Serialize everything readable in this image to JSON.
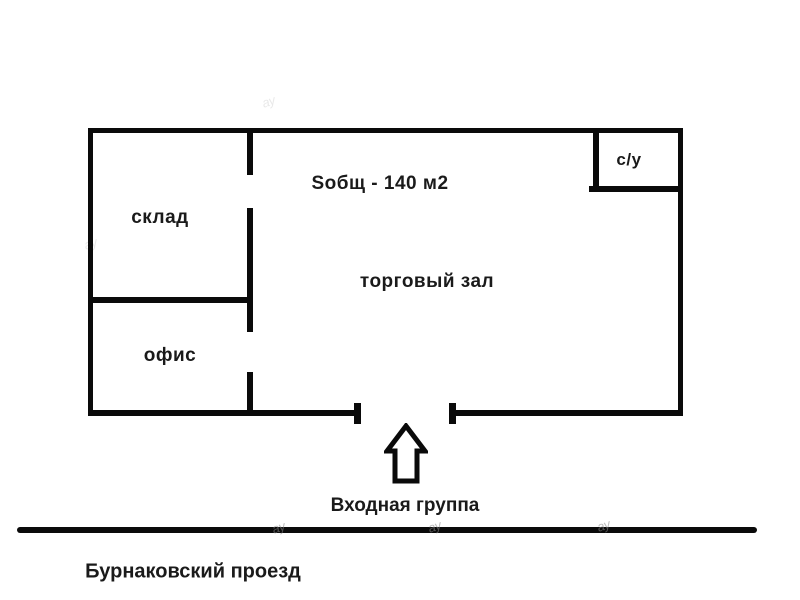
{
  "floor_plan": {
    "area_label": "Sобщ - 140 м2",
    "rooms": {
      "warehouse": "склад",
      "office": "офис",
      "trading_hall": "торговый зал",
      "bathroom": "с/у"
    },
    "entrance_label": "Входная группа",
    "street_label": "Бурнаковский проезд",
    "watermark": "ау",
    "colors": {
      "wall": "#0a0a0a",
      "background": "#ffffff",
      "text": "#1a1a1a",
      "watermark": "#8a8a8a"
    }
  }
}
